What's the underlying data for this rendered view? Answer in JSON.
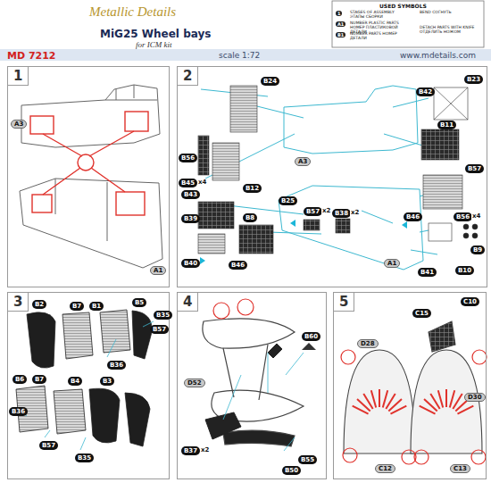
{
  "diagram": {
    "title": "MiG25 Wheel bays",
    "nodes": [
      {
        "text": [
          "1"
        ]
      },
      {
        "text": [
          "2"
        ]
      },
      {
        "text": [
          "3"
        ]
      },
      {
        "text": [
          "4"
        ]
      },
      {
        "text": [
          "5"
        ]
      }
    ],
    "labels": [
      "Metallic Details",
      "for ICM kit",
      "MD 7212",
      "scale 1:72",
      "www.mdetails.com",
      "USED SYMBOLS",
      "1",
      "A1",
      "B1",
      "A3",
      "A1",
      "B24",
      "B56",
      "B45",
      "x4",
      "B12",
      "B43",
      "B39",
      "B8",
      "B25",
      "B57",
      "x2",
      "B40",
      "B46",
      "B38",
      "x2",
      "A3",
      "B42",
      "B23",
      "B11",
      "B57",
      "B46",
      "B56",
      "x4",
      "B9",
      "B10",
      "B41",
      "A1",
      "B2",
      "B7",
      "B1",
      "B5",
      "B35",
      "B57",
      "B36",
      "B6",
      "B7",
      "B4",
      "B3",
      "B36",
      "B57",
      "B35",
      "D52",
      "B60",
      "B37",
      "x2",
      "B55",
      "B50",
      "C10",
      "C15",
      "D28",
      "D30",
      "C12",
      "C13"
    ],
    "legend": [
      {
        "text": "STAGES OF ASSEMBLY ЭТАПЫ СБОРКИ"
      },
      {
        "text": "NUMBER PLASTIC PARTS НОМЕР ПЛАСТИКОВОЙ ДЕТАЛИ"
      },
      {
        "text": "NUMBER PARTS НОМЕР ДЕТАЛИ"
      },
      {
        "text": "BEND СОГНУТЬ"
      },
      {
        "text": "DETACH PARTS WITH KNIFE ОТДЕЛИТЬ НОЖОМ"
      }
    ]
  }
}
